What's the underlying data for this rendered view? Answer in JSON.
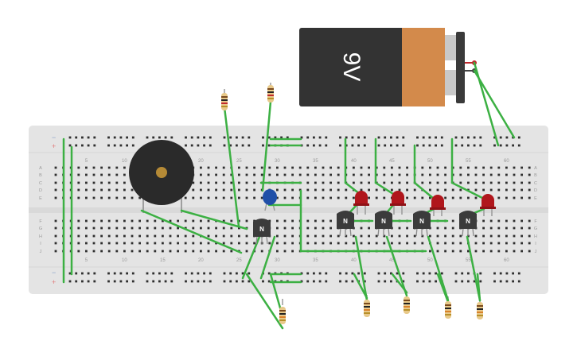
{
  "battery": {
    "label": "9V"
  },
  "breadboard": {
    "column_labels": [
      "5",
      "10",
      "15",
      "20",
      "25",
      "30",
      "35",
      "40",
      "45",
      "50",
      "55",
      "60"
    ],
    "row_labels_top": [
      "A",
      "B",
      "C",
      "D",
      "E"
    ],
    "row_labels_bottom": [
      "F",
      "G",
      "H",
      "I",
      "J"
    ],
    "rail_minus": "−",
    "rail_plus": "+"
  },
  "transistors": [
    {
      "label": "N"
    },
    {
      "label": "N"
    },
    {
      "label": "N"
    },
    {
      "label": "N"
    },
    {
      "label": "N"
    }
  ],
  "colors": {
    "wire": "#3cb043",
    "board": "#e4e4e4",
    "hole": "#2e2e2e",
    "led": "#b0161c",
    "transistor": "#3b3b3b",
    "capacitor": "#1f4fa8",
    "buzzer": "#2a2a2a",
    "battery_body": "#333333",
    "battery_cap": "#d38a4b",
    "resistor": "#e8c98a",
    "rail_minus": "#8aa0c8",
    "rail_plus": "#e07b7b"
  },
  "icons": [
    "battery-9v-icon",
    "piezo-buzzer-icon",
    "capacitor-icon",
    "npn-transistor-icon",
    "red-led-icon",
    "resistor-icon"
  ]
}
